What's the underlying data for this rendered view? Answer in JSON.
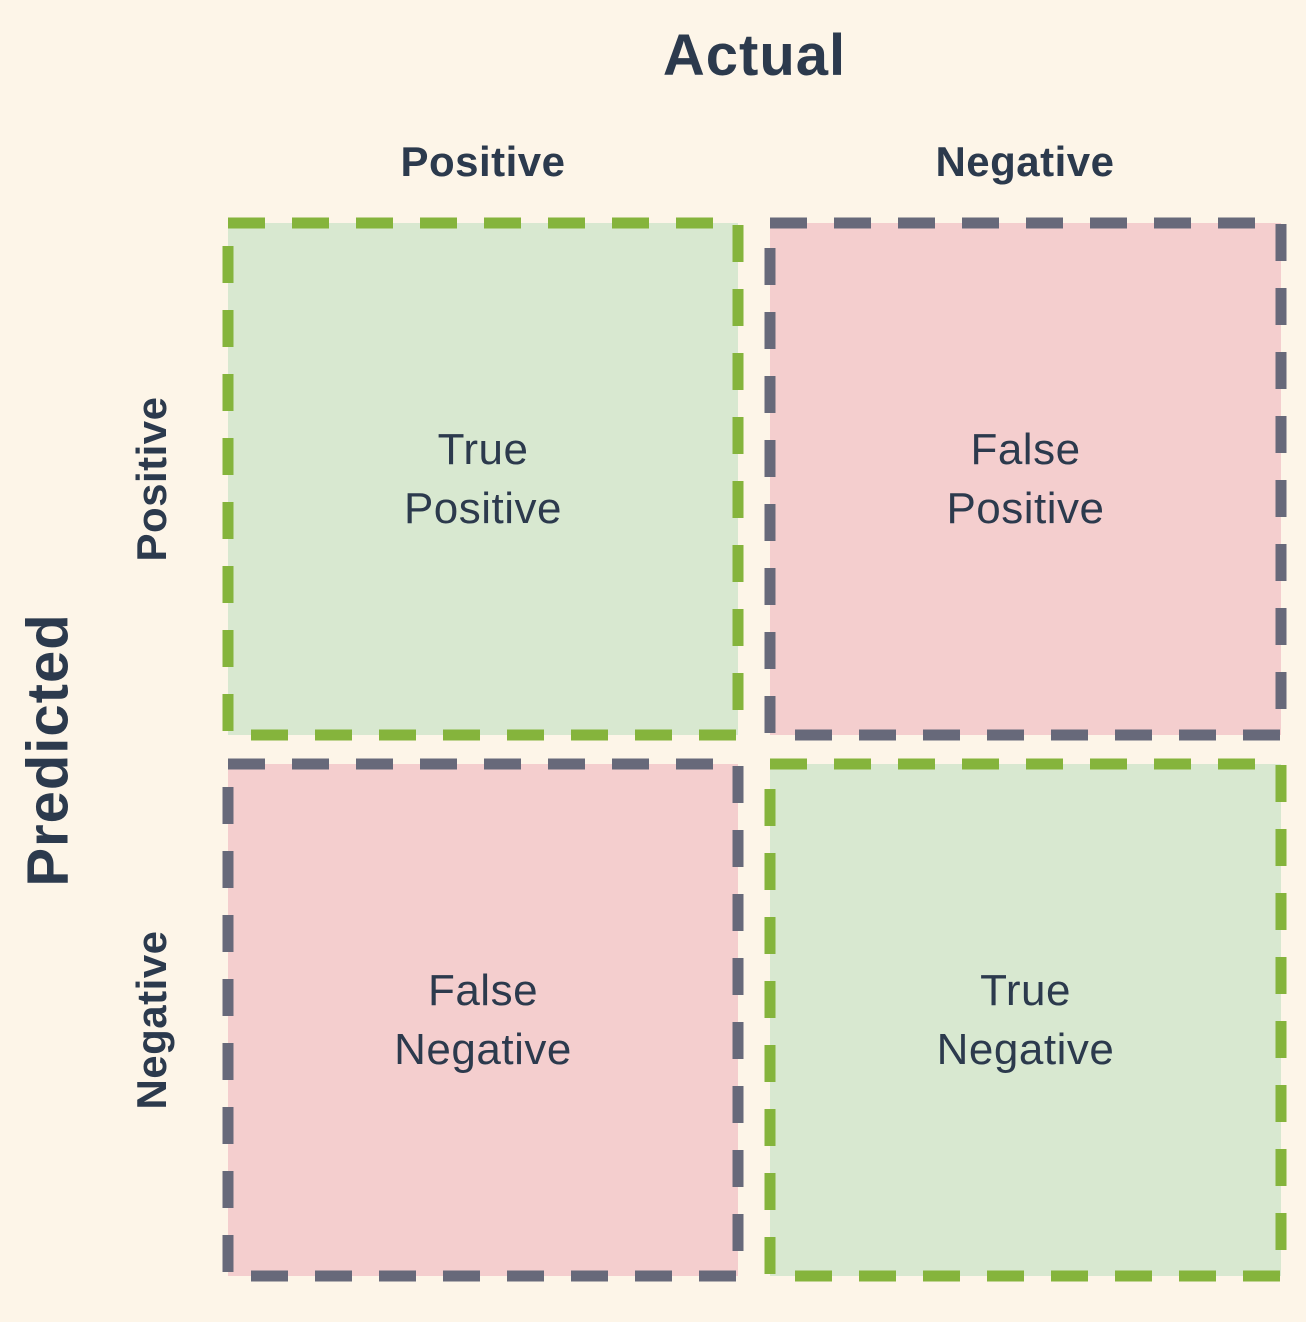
{
  "matrix": {
    "axis_top": "Actual",
    "axis_left": "Predicted",
    "col_headers": [
      "Positive",
      "Negative"
    ],
    "row_headers": [
      "Positive",
      "Negative"
    ],
    "cells": {
      "top_left": {
        "line1": "True",
        "line2": "Positive",
        "outcome": "correct"
      },
      "top_right": {
        "line1": "False",
        "line2": "Positive",
        "outcome": "incorrect"
      },
      "bottom_left": {
        "line1": "False",
        "line2": "Negative",
        "outcome": "incorrect"
      },
      "bottom_right": {
        "line1": "True",
        "line2": "Negative",
        "outcome": "correct"
      }
    }
  },
  "colors": {
    "background": "#FDF5E8",
    "correct_fill": "#D8E8D0",
    "correct_border": "#85B43C",
    "incorrect_fill": "#F4CECE",
    "incorrect_border": "#67697A",
    "text": "#2C3A4D"
  }
}
